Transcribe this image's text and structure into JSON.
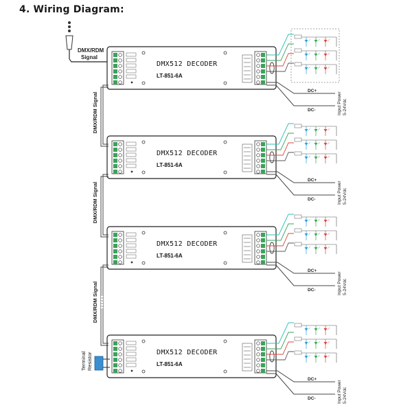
{
  "heading": "4.  Wiring Diagram:",
  "input_signal_label": "DMX/RDM\nSignal",
  "bus_labels": [
    "DMX/RDM Signal",
    "DMX/RDM Signal",
    "DMX/RDM Signal"
  ],
  "decoders": [
    {
      "name": "DMX512 DECODER",
      "model": "LT-851-6A"
    },
    {
      "name": "DMX512 DECODER",
      "model": "LT-851-6A"
    },
    {
      "name": "DMX512 DECODER",
      "model": "LT-851-6A"
    },
    {
      "name": "DMX512 DECODER",
      "model": "LT-851-6A"
    }
  ],
  "power": {
    "plus": "DC+",
    "minus": "DC-",
    "label_line1": "Input Power",
    "label_line2": "5-24Vdc"
  },
  "terminal_resistor_label": "Terminal\nResistor",
  "colors": {
    "wire": "#444444",
    "blue": "#2a9fd6",
    "green": "#3aa35a",
    "red": "#d9443a",
    "teal": "#27c2b8",
    "accent": "#3a8fd0"
  }
}
